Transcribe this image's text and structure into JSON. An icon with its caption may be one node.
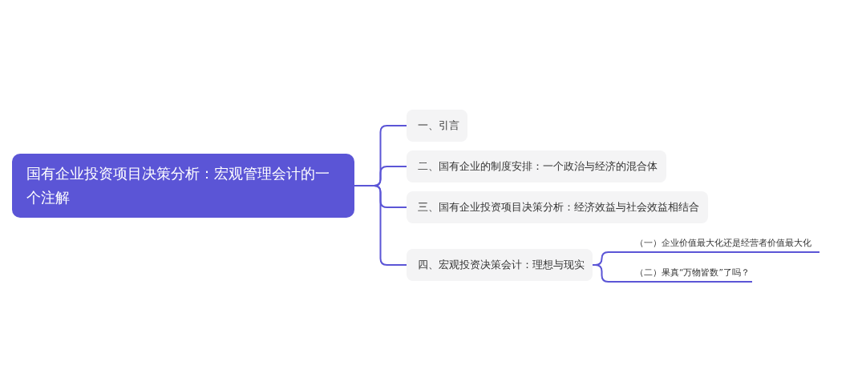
{
  "diagram": {
    "nodes": [
      {
        "text": [
          "国有企业投资项目决策分析：宏观管理会计的一个注解"
        ]
      },
      {
        "text": [
          "一、引言"
        ]
      },
      {
        "text": [
          "二、国有企业的制度安排：一个政治与经济的混合体"
        ]
      },
      {
        "text": [
          "三、国有企业投资项目决策分析：经济效益与社会效益相结合"
        ]
      },
      {
        "text": [
          "四、宏观投资决策会计：理想与现实"
        ]
      },
      {
        "text": [
          "（一）企业价值最大化还是经营者价值最大化"
        ]
      },
      {
        "text": [
          "（二）果真“万物皆数”了吗？"
        ]
      }
    ],
    "edges": [
      {
        "from": 0,
        "to": 1,
        "arrow": "none"
      },
      {
        "from": 0,
        "to": 2,
        "arrow": "none"
      },
      {
        "from": 0,
        "to": 3,
        "arrow": "none"
      },
      {
        "from": 0,
        "to": 4,
        "arrow": "none"
      },
      {
        "from": 4,
        "to": 5,
        "arrow": "none"
      },
      {
        "from": 4,
        "to": 6,
        "arrow": "none"
      }
    ]
  }
}
